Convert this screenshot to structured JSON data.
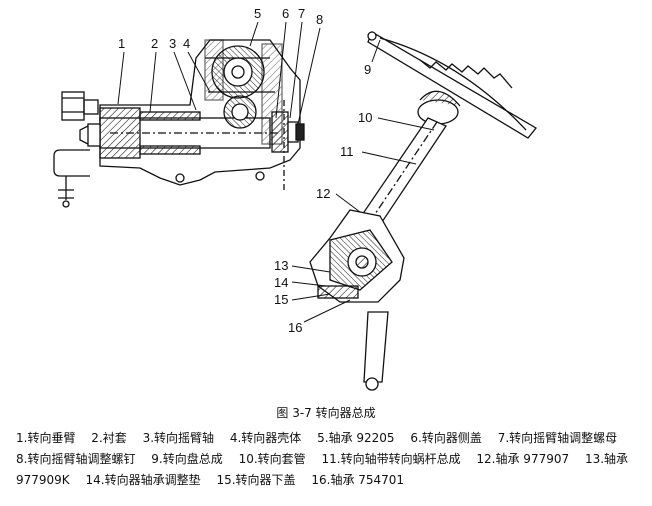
{
  "callouts": [
    "1",
    "2",
    "3",
    "4",
    "5",
    "6",
    "7",
    "8",
    "9",
    "10",
    "11",
    "12",
    "13",
    "14",
    "15",
    "16"
  ],
  "caption": "图 3-7    转向器总成",
  "legend": [
    "1.转向垂臂",
    "2.衬套",
    "3.转向摇臂轴",
    "4.转向器壳体",
    "5.轴承 92205",
    "6.转向器侧盖",
    "7.转向摇臂轴调整螺母",
    "8.转向摇臂轴调整螺钉",
    "9.转向盘总成",
    "10.转向套管",
    "11.转向轴带转向蜗杆总成",
    "12.轴承 977907",
    "13.轴承 977909K",
    "14.转向器轴承调整垫",
    "15.转向器下盖",
    "16.轴承 754701"
  ]
}
